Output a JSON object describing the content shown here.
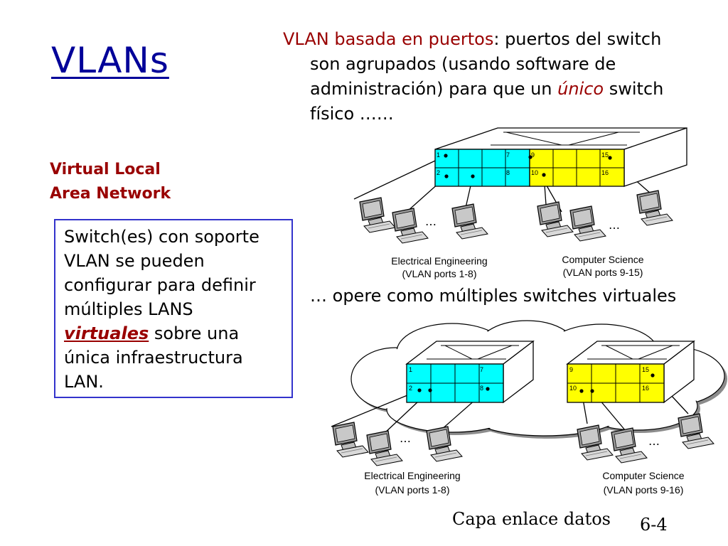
{
  "title": "VLANs",
  "subtitle": {
    "line1": "Virtual Local",
    "line2": "Area Network"
  },
  "box": {
    "line1": "Switch(es) con soporte",
    "line2": "VLAN se pueden",
    "line3": "configurar para definir",
    "line4": "múltiples LANS",
    "keyword": "virtuales",
    "line5_rest": " sobre una",
    "line6": "única infraestructura",
    "line7": "LAN."
  },
  "top_text": {
    "term": "VLAN basada en puertos",
    "colon": ":",
    "line1_rest": " puertos del switch",
    "line2": "son agrupados (usando software de",
    "line3_a": "administración) para que un ",
    "emph": "único",
    "line3_b": " switch",
    "line4": "físico  ……"
  },
  "mid_text": "… opere como múltiples switches virtuales",
  "diagram_top": {
    "ports": [
      "1",
      "2",
      "7",
      "8",
      "9",
      "10",
      "15",
      "16"
    ],
    "dots_left": "…",
    "dots_right": "…",
    "ee_label": "Electrical Engineering",
    "ee_ports": "(VLAN ports 1-8)",
    "cs_label": "Computer Science",
    "cs_ports": "(VLAN ports 9-15)"
  },
  "diagram_bottom": {
    "ports": [
      "1",
      "2",
      "7",
      "8",
      "9",
      "10",
      "15",
      "16"
    ],
    "dots_left": "…",
    "dots_right": "…",
    "ee_label": "Electrical Engineering",
    "ee_ports": "(VLAN ports 1-8)",
    "cs_label": "Computer Science",
    "cs_ports": "(VLAN ports 9-16)"
  },
  "footer": "Capa enlace datos",
  "page_number": "6-4",
  "colors": {
    "title": "#000099",
    "accent": "#990000",
    "ee_vlan": "#00ffff",
    "cs_vlan": "#ffff00",
    "box_border": "#3333cc"
  }
}
